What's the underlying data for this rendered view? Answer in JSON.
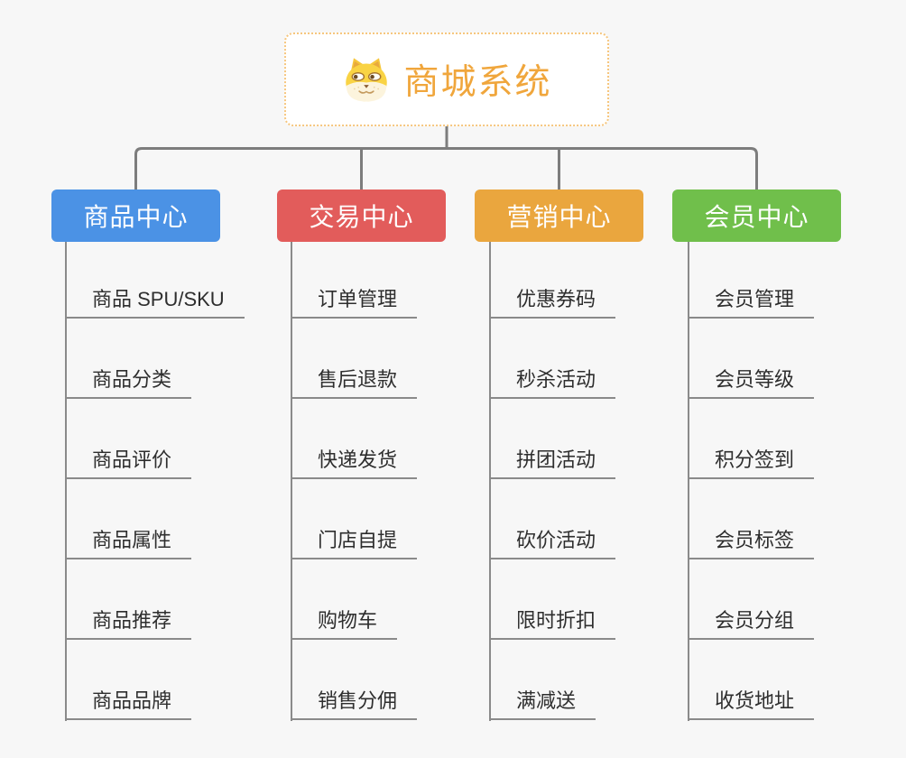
{
  "diagram": {
    "background_color": "#f7f7f7",
    "connector_color": "#7d7d7d",
    "underline_color": "#8a8a8a",
    "root": {
      "label": "商城系统",
      "icon": "doge-face-icon",
      "text_color": "#f0a63c",
      "border_color": "#f6c67e"
    },
    "branches": [
      {
        "label": "商品中心",
        "color": "#4b92e5",
        "items": [
          "商品 SPU/SKU",
          "商品分类",
          "商品评价",
          "商品属性",
          "商品推荐",
          "商品品牌"
        ]
      },
      {
        "label": "交易中心",
        "color": "#e25c5b",
        "items": [
          "订单管理",
          "售后退款",
          "快递发货",
          "门店自提",
          "购物车",
          "销售分佣"
        ]
      },
      {
        "label": "营销中心",
        "color": "#eaa63e",
        "items": [
          "优惠券码",
          "秒杀活动",
          "拼团活动",
          "砍价活动",
          "限时折扣",
          "满减送"
        ]
      },
      {
        "label": "会员中心",
        "color": "#70bf4b",
        "items": [
          "会员管理",
          "会员等级",
          "积分签到",
          "会员标签",
          "会员分组",
          "收货地址"
        ]
      }
    ]
  }
}
